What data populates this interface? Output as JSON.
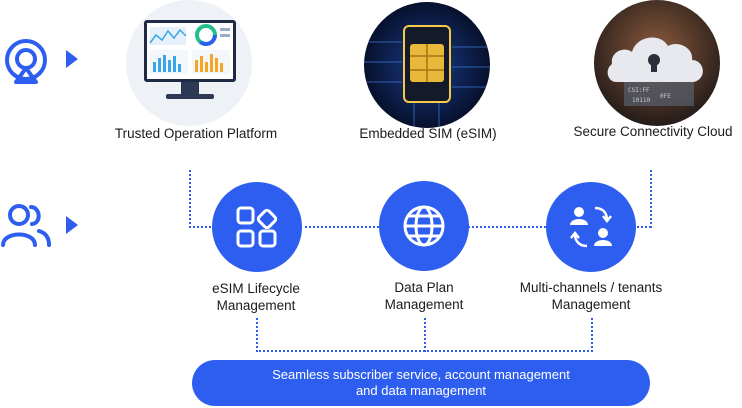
{
  "top_items": [
    {
      "label": "Trusted Operation Platform",
      "image": "dashboard-monitor"
    },
    {
      "label": "Embedded SIM (eSIM)",
      "image": "sim-chip"
    },
    {
      "label": "Secure Connectivity Cloud",
      "image": "locked-cloud"
    }
  ],
  "mid_items": [
    {
      "line1": "eSIM Lifecycle",
      "line2": "Management",
      "icon": "apps-grid-icon"
    },
    {
      "line1": "Data Plan",
      "line2": "Management",
      "icon": "globe-icon"
    },
    {
      "line1": "Multi-channels / tenants",
      "line2": "Management",
      "icon": "user-switch-icon"
    }
  ],
  "bottom": {
    "line1": "Seamless subscriber service, account management",
    "line2": "and data management"
  },
  "row_icons": {
    "top": "operator-icon",
    "middle": "users-icon"
  },
  "colors": {
    "accent": "#2d5ef0"
  }
}
